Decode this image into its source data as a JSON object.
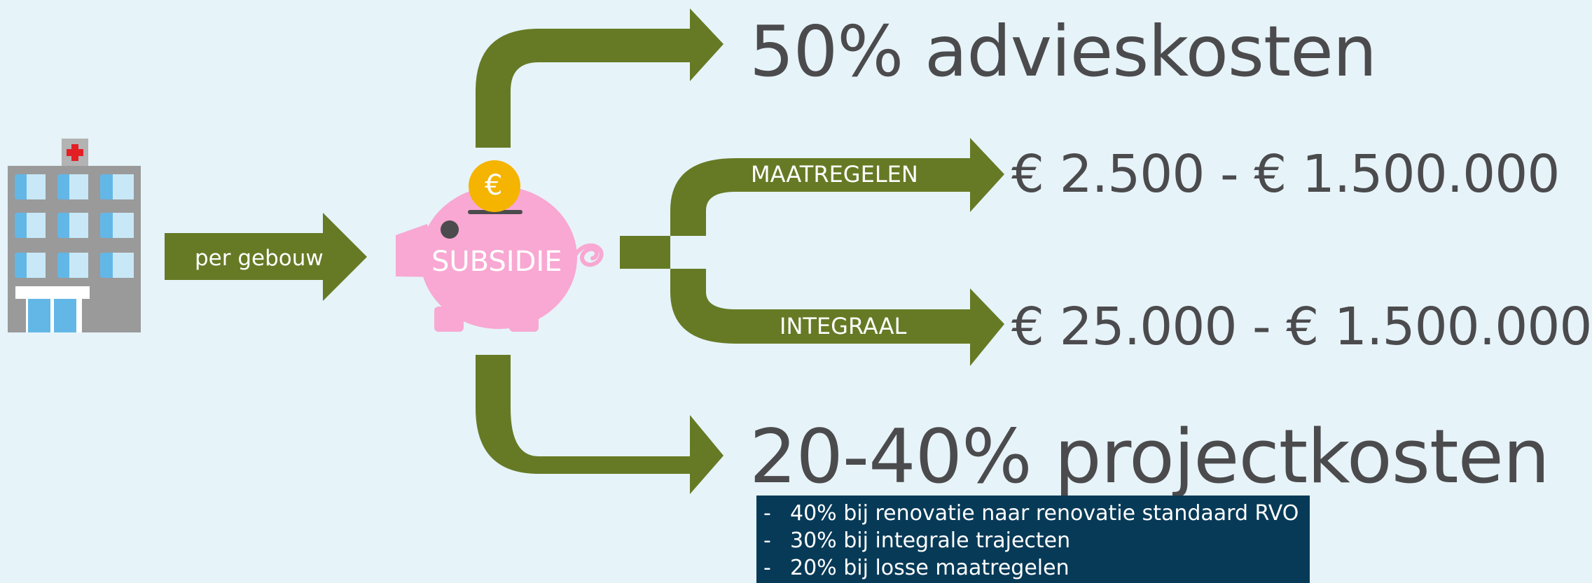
{
  "diagram": {
    "building_arrow_label": "per gebouw",
    "piggy_label": "SUBSIDIE",
    "coin_symbol": "€",
    "top_result": "50% advieskosten",
    "branch_maatregelen_label": "MAATREGELEN",
    "branch_maatregelen_range": "€ 2.500 - € 1.500.000",
    "branch_integraal_label": "INTEGRAAL",
    "branch_integraal_range": "€ 25.000 - € 1.500.000",
    "bottom_result": "20-40% projectkosten",
    "details": [
      "40% bij renovatie naar renovatie standaard RVO",
      "30% bij integrale trajecten",
      "20% bij losse maatregelen"
    ],
    "bullet": "-"
  },
  "colors": {
    "background": "#e6f3f9",
    "arrow_green": "#667a25",
    "text_gray": "#4b4b4d",
    "piggy_pink": "#f8a8d2",
    "coin_gold": "#f4b400",
    "info_box": "#073a57",
    "building_gray": "#9a9a9a",
    "window_blue": "#63b7e6",
    "hospital_red": "#e31f26"
  },
  "icons": {
    "building": "hospital-building-icon",
    "piggy": "piggy-bank-icon",
    "coin": "euro-coin-icon"
  }
}
